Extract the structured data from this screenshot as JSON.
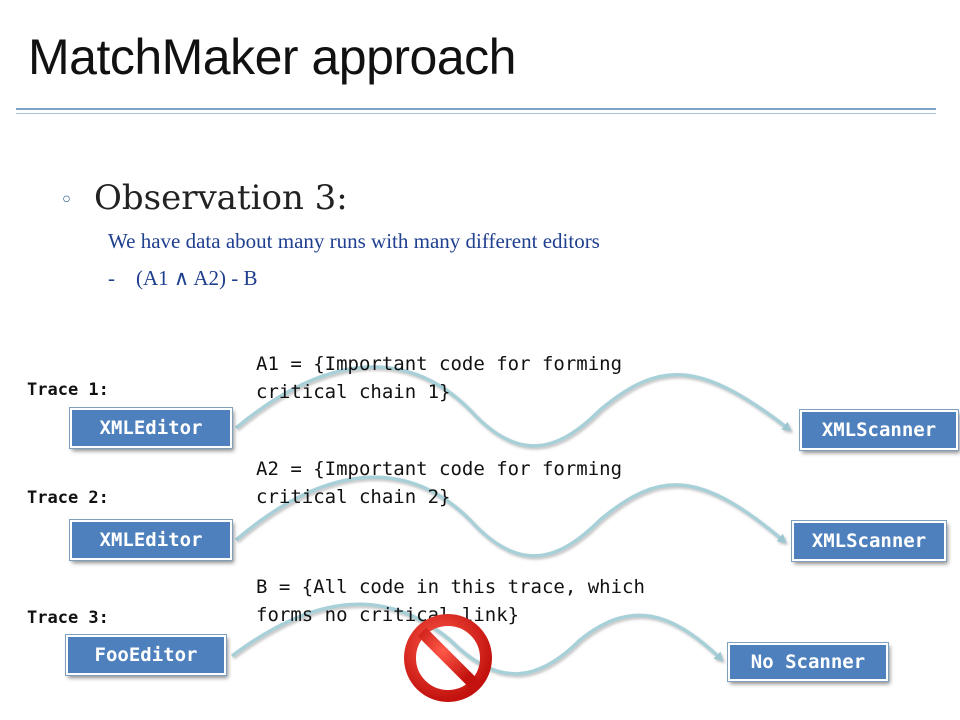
{
  "title": "MatchMaker approach",
  "observation": {
    "heading": "Observation 3:",
    "line1": "We have data about many runs with many different editors",
    "line2_dash": "-",
    "line2": "(A1 ∧ A2) - B"
  },
  "traces": [
    {
      "label": "Trace 1:",
      "desc_line1": "A1 = {Important code for forming",
      "desc_line2": "critical chain 1}",
      "source": "XMLEditor",
      "target": "XMLScanner"
    },
    {
      "label": "Trace 2:",
      "desc_line1": "A2 = {Important code for forming",
      "desc_line2": "critical chain 2}",
      "source": "XMLEditor",
      "target": "XMLScanner"
    },
    {
      "label": "Trace 3:",
      "desc_line1": "B = {All code in this trace, which",
      "desc_line2": "forms no critical link}",
      "source": "FooEditor",
      "target": "No Scanner"
    }
  ],
  "icons": {
    "prohibited": "prohibited-icon",
    "bullet": "ring-bullet"
  },
  "colors": {
    "accent": "#4d80bd",
    "text_blue": "#1f3f8f",
    "arrow": "#a8d0d8",
    "stop": "#e0201c"
  }
}
